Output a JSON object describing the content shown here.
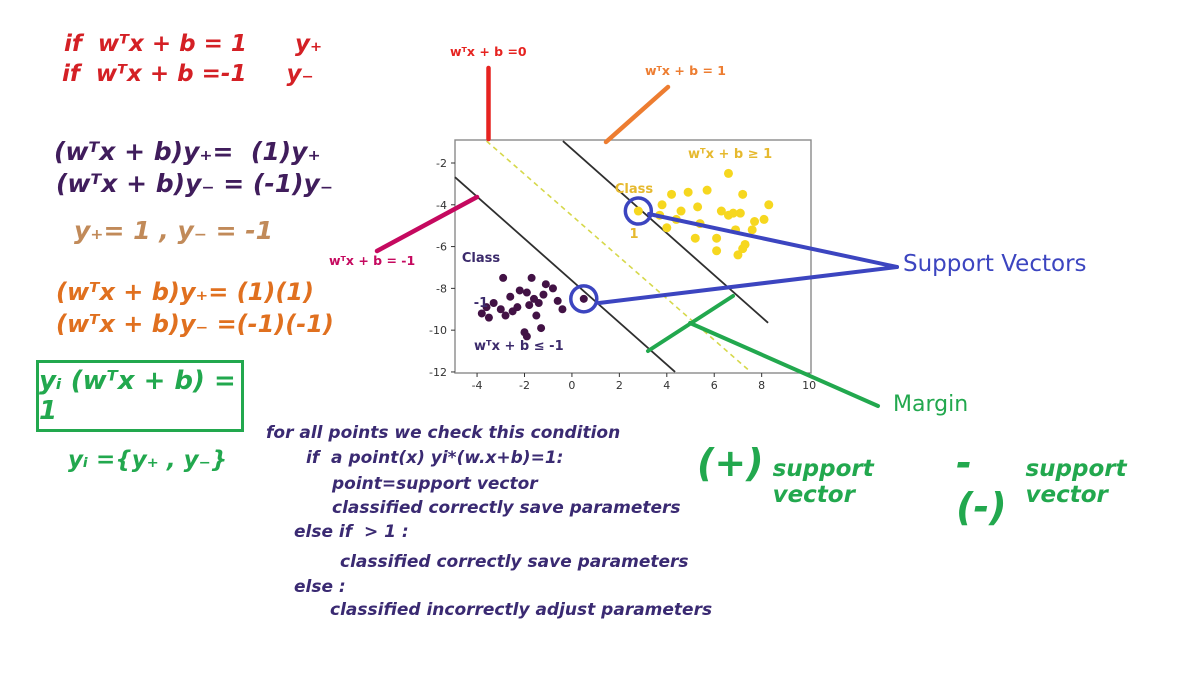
{
  "colors": {
    "red": "#d42025",
    "red_line": "#e62320",
    "orange": "#e0701f",
    "orange_line": "#ed7d31",
    "magenta_line": "#c5095f",
    "purple": "#401d5c",
    "tan": "#c18a59",
    "green": "#22a84e",
    "navy": "#3b2a6b",
    "pseudo": "#3a2a72",
    "blue": "#3c45c0",
    "gold": "#e6b92e",
    "yellow_dot": "#f6d71f",
    "purple_dot": "#421245",
    "boundary_dash": "#d6d84b",
    "margin_line": "#2f2f2f"
  },
  "derivation": {
    "red_line1": "if  wᵀx + b = 1      y₊",
    "red_line2": "if  wᵀx + b =-1     y₋",
    "purple_line1": "(wᵀx + b)y₊=  (1)y₊",
    "purple_line2": "(wᵀx + b)y₋ = (-1)y₋",
    "tan_line": "y₊= 1 , y₋ = -1",
    "orange_line1": "(wᵀx + b)y₊= (1)(1)",
    "orange_line2": "(wᵀx + b)y₋ =(-1)(-1)",
    "boxed_eq": "yᵢ (wᵀx + b) = 1",
    "set_eq": "yᵢ ={y₊ , y₋}"
  },
  "pseudocode": {
    "lines": [
      "for all points we check this condition",
      "if  a point(x) yi*(w.x+b)=1:",
      "point=support vector",
      "classified correctly save parameters",
      "else if  > 1 :",
      "classified correctly save parameters",
      "else :",
      "classified incorrectly adjust parameters"
    ]
  },
  "plot_labels": {
    "w0": "wᵀx + b =0",
    "w1": "wᵀx + b = 1",
    "wm1": "wᵀx + b = -1",
    "ge1": "wᵀx + b ≥ 1",
    "le1": "wᵀx + b ≤ -1",
    "class1_name": "Class",
    "class1_value": "1",
    "classm1_name": "Class",
    "classm1_value": "-1"
  },
  "annotations": {
    "support_vectors": "Support Vectors",
    "margin": "Margin",
    "plus_big": "(+)",
    "plus_text": "support vector",
    "minus_big": "-(-)",
    "minus_text": "support vector"
  },
  "chart_data": {
    "type": "scatter",
    "xlim": [
      -4.93,
      10.08
    ],
    "ylim": [
      -12.05,
      -0.9
    ],
    "x_ticks": [
      -4,
      -2,
      0,
      2,
      4,
      6,
      8,
      10
    ],
    "y_ticks": [
      -2,
      -4,
      -6,
      -8,
      -10,
      -12
    ],
    "frame_color": "#8a8a8a",
    "support_vector_color": "#3c45c0",
    "series": [
      {
        "name": "class-1-positive",
        "label": "Class 1",
        "color": "#f6d71f",
        "marker_radius": 4.5,
        "points": [
          [
            4.2,
            -3.5
          ],
          [
            4.9,
            -3.4
          ],
          [
            5.7,
            -3.3
          ],
          [
            6.6,
            -2.5
          ],
          [
            7.2,
            -3.5
          ],
          [
            3.8,
            -4.0
          ],
          [
            4.6,
            -4.3
          ],
          [
            5.3,
            -4.1
          ],
          [
            6.3,
            -4.3
          ],
          [
            6.6,
            -4.5
          ],
          [
            6.8,
            -4.4
          ],
          [
            7.1,
            -4.4
          ],
          [
            7.7,
            -4.8
          ],
          [
            4.0,
            -5.1
          ],
          [
            5.2,
            -5.6
          ],
          [
            6.1,
            -5.6
          ],
          [
            7.2,
            -6.1
          ],
          [
            6.1,
            -6.2
          ],
          [
            7.6,
            -5.2
          ],
          [
            8.1,
            -4.7
          ],
          [
            4.4,
            -4.7
          ],
          [
            5.4,
            -4.9
          ],
          [
            3.7,
            -4.5
          ],
          [
            6.9,
            -5.2
          ],
          [
            7.3,
            -5.9
          ],
          [
            8.3,
            -4.0
          ],
          [
            2.8,
            -4.3
          ],
          [
            7.0,
            -6.4
          ]
        ]
      },
      {
        "name": "class-minus-1",
        "label": "Class -1",
        "color": "#421245",
        "marker_radius": 4,
        "points": [
          [
            -2.9,
            -7.5
          ],
          [
            -1.7,
            -7.5
          ],
          [
            -1.1,
            -7.8
          ],
          [
            -0.8,
            -8.0
          ],
          [
            -2.2,
            -8.1
          ],
          [
            -1.9,
            -8.2
          ],
          [
            -1.6,
            -8.5
          ],
          [
            -1.8,
            -8.8
          ],
          [
            -1.4,
            -8.7
          ],
          [
            -3.3,
            -8.7
          ],
          [
            -3.0,
            -9.0
          ],
          [
            -3.8,
            -9.2
          ],
          [
            -3.5,
            -9.4
          ],
          [
            -2.8,
            -9.3
          ],
          [
            -2.5,
            -9.1
          ],
          [
            -0.4,
            -9.0
          ],
          [
            -2.0,
            -10.1
          ],
          [
            -1.9,
            -10.3
          ],
          [
            -1.5,
            -9.3
          ],
          [
            -2.3,
            -8.9
          ],
          [
            -1.2,
            -8.3
          ],
          [
            -0.6,
            -8.6
          ],
          [
            -3.6,
            -8.9
          ],
          [
            -2.6,
            -8.4
          ],
          [
            -1.3,
            -9.9
          ],
          [
            0.5,
            -8.5
          ]
        ]
      }
    ],
    "lines": [
      {
        "name": "margin-line-positive",
        "style": "solid",
        "color": "#2f2f2f",
        "x1": -0.38,
        "y1": -0.95,
        "x2": 8.27,
        "y2": -9.65
      },
      {
        "name": "decision-boundary",
        "style": "dashed",
        "color": "#d6d84b",
        "x1": -3.6,
        "y1": -0.95,
        "x2": 7.54,
        "y2": -12.0
      },
      {
        "name": "margin-line-negative",
        "style": "solid",
        "color": "#2f2f2f",
        "x1": -4.93,
        "y1": -2.68,
        "x2": 4.35,
        "y2": -12.0
      }
    ],
    "support_vectors": [
      [
        2.8,
        -4.3
      ],
      [
        0.5,
        -8.5
      ]
    ]
  }
}
